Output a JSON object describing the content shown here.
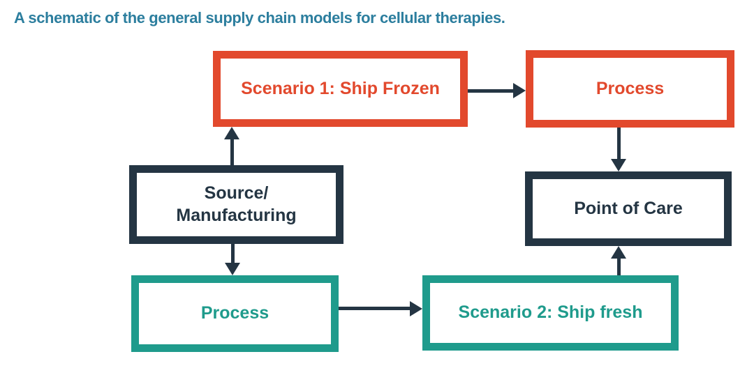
{
  "title": "A schematic of the general supply chain models for cellular therapies.",
  "colors": {
    "red": "#E2492D",
    "navy": "#243543",
    "teal": "#1F9B8C",
    "title-color": "#2C7E9E"
  },
  "diagram": {
    "type": "flowchart",
    "nodes": [
      {
        "id": "scenario1",
        "label": "Scenario 1: Ship Frozen",
        "color": "#E2492D"
      },
      {
        "id": "process-frozen",
        "label": "Process",
        "color": "#E2492D"
      },
      {
        "id": "source-manufacturing",
        "line1": "Source/",
        "line2": "Manufacturing",
        "color": "#243543"
      },
      {
        "id": "point-of-care",
        "label": "Point of Care",
        "color": "#243543"
      },
      {
        "id": "process-fresh",
        "label": "Process",
        "color": "#1F9B8C"
      },
      {
        "id": "scenario2",
        "label": "Scenario 2: Ship fresh",
        "color": "#1F9B8C"
      }
    ],
    "edges": [
      {
        "from": "scenario1",
        "to": "process-frozen",
        "direction": "right"
      },
      {
        "from": "source-manufacturing",
        "to": "scenario1",
        "direction": "up"
      },
      {
        "from": "source-manufacturing",
        "to": "process-fresh",
        "direction": "down"
      },
      {
        "from": "process-fresh",
        "to": "scenario2",
        "direction": "right"
      },
      {
        "from": "scenario2",
        "to": "point-of-care",
        "direction": "up"
      },
      {
        "from": "process-frozen",
        "to": "point-of-care",
        "direction": "down"
      }
    ],
    "arrow_color": "#243543"
  }
}
